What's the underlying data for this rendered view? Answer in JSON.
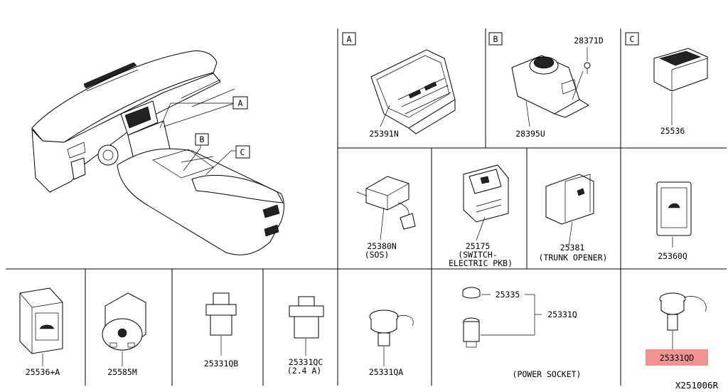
{
  "diagram_ref": "X251006R",
  "overview": {
    "callouts": [
      "A",
      "B",
      "C"
    ]
  },
  "panels": {
    "A": {
      "tag": "A",
      "part": "25391N"
    },
    "B": {
      "tag": "B",
      "parts": [
        "28371D",
        "28395U"
      ]
    },
    "C": {
      "tag": "C",
      "part": "25536"
    },
    "sos": {
      "part": "25380N",
      "note": "(SOS)"
    },
    "epkb": {
      "part": "25175",
      "note_line1": "(SWITCH-",
      "note_line2": "ELECTRIC PKB)"
    },
    "trunk": {
      "part": "25381",
      "note": "(TRUNK OPENER)"
    },
    "r2c4": {
      "part": "25360Q"
    },
    "r3c1": {
      "part": "25536+A"
    },
    "r3c2": {
      "part": "25585M"
    },
    "r3c3": {
      "part": "25331QB"
    },
    "r3c4": {
      "part": "25331QC",
      "note": "(2.4 A)"
    },
    "r3c5": {
      "part": "25331QA"
    },
    "power": {
      "parts": [
        "25335",
        "25331Q"
      ],
      "caption": "(POWER SOCKET)"
    },
    "r3c7": {
      "part": "25331QD",
      "highlighted": true,
      "highlight_color": "#f08080"
    }
  }
}
